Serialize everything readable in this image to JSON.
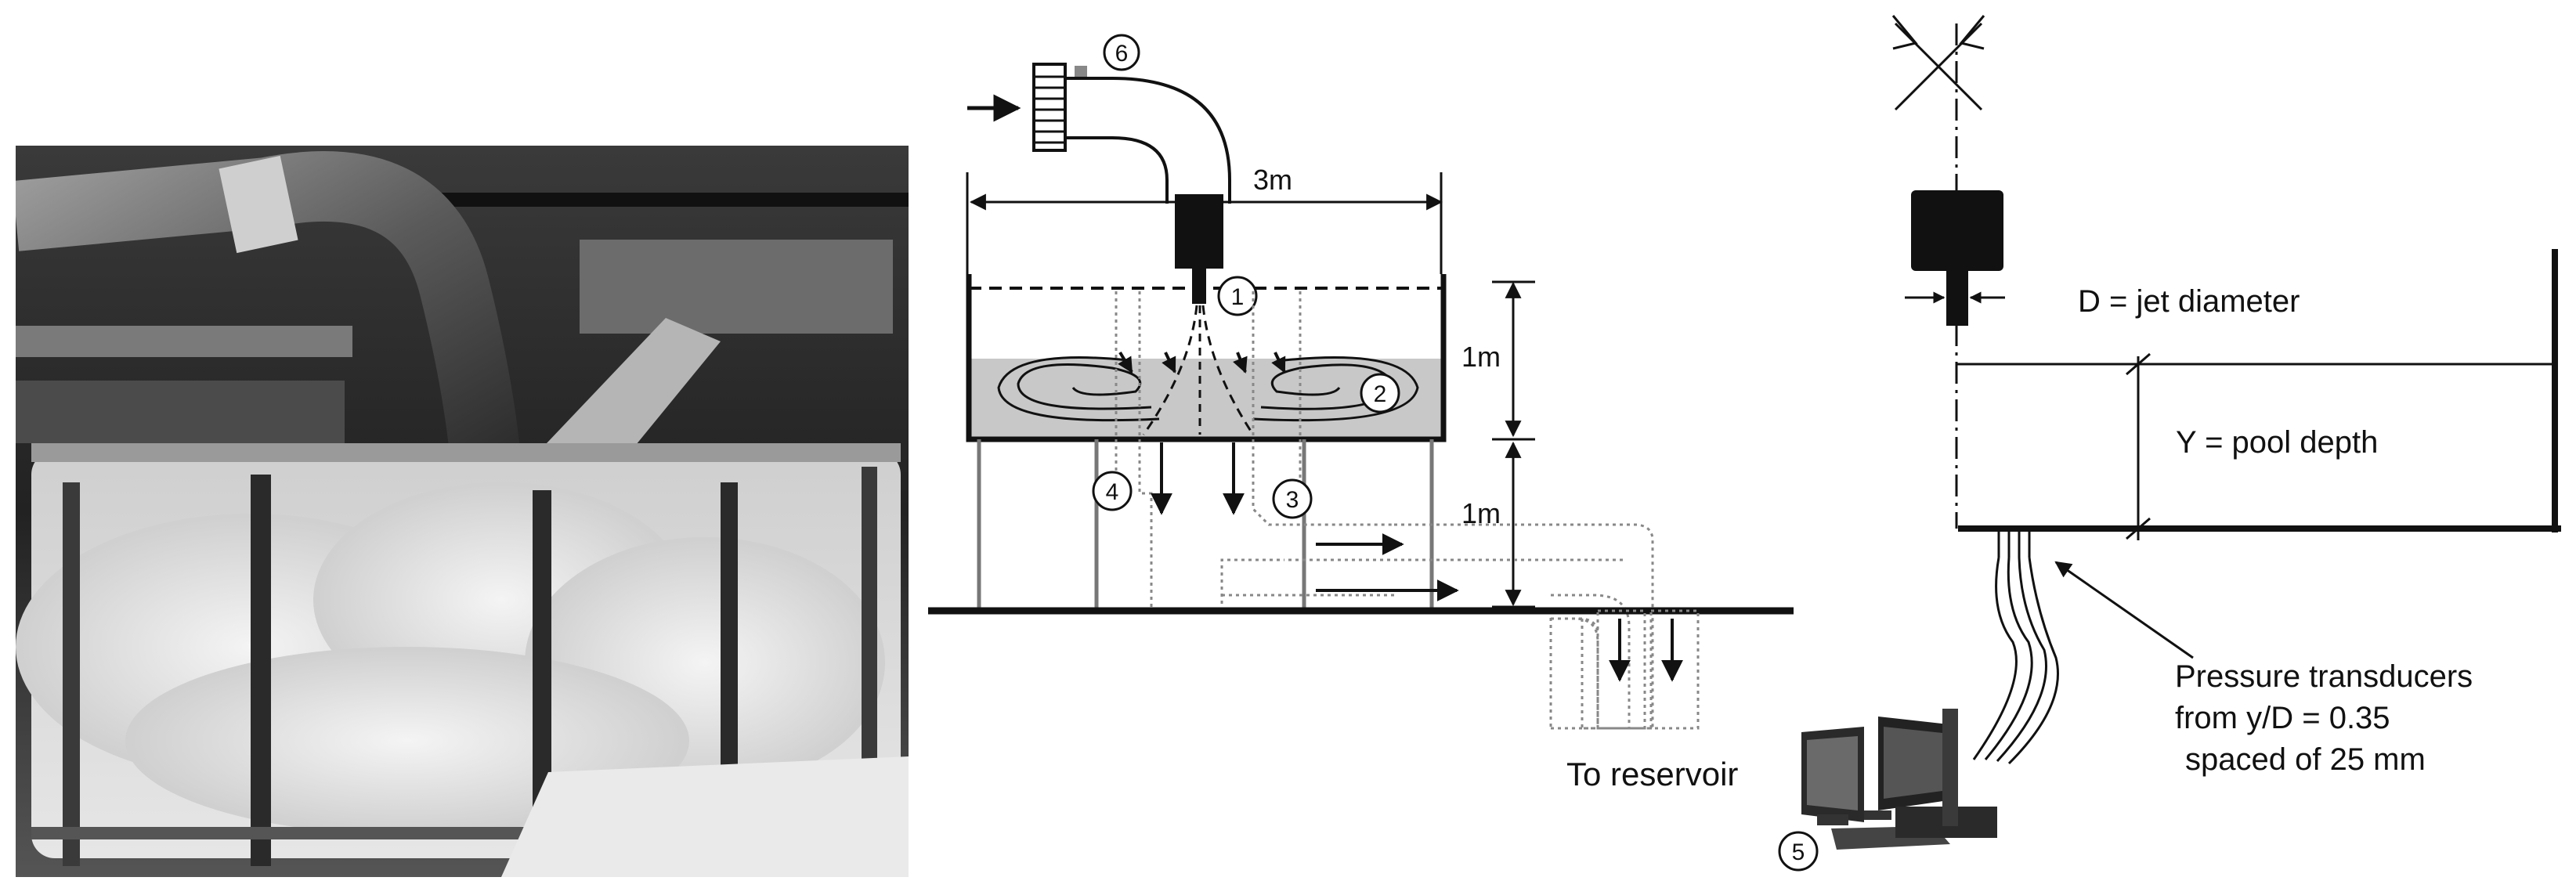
{
  "photo": {
    "alt_subject": "photograph of experimental jet and pool facility"
  },
  "setup": {
    "width_label": "3m",
    "pool_height_label": "1m",
    "support_height_label": "1m",
    "outlet_label": "To reservoir",
    "markers": {
      "m1": "1",
      "m2": "2",
      "m3": "3",
      "m4": "4",
      "m5": "5",
      "m6": "6"
    }
  },
  "schematic": {
    "jet_label": "D = jet diameter",
    "depth_label": "Y = pool depth",
    "transducers_line1": "Pressure transducers",
    "transducers_line2": "from y/D = 0.35",
    "transducers_line3": "spaced of 25 mm"
  }
}
